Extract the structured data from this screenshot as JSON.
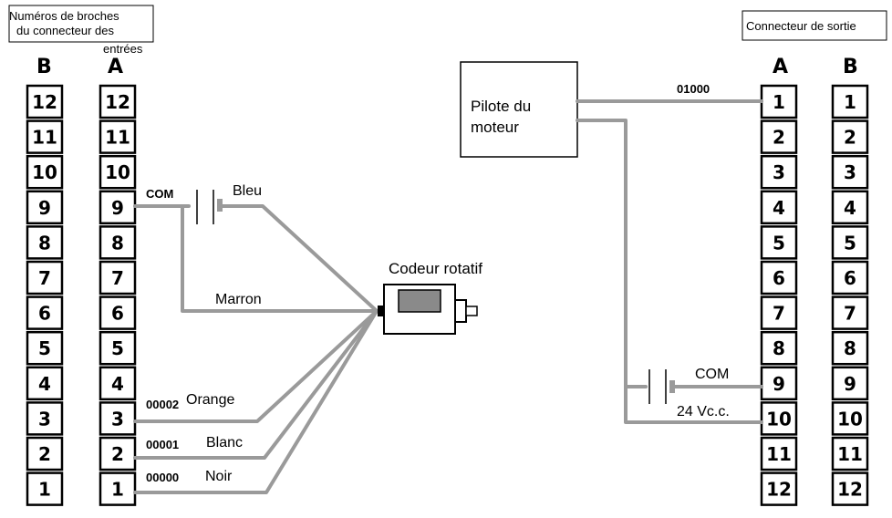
{
  "input_connector": {
    "title_line1": "Numéros de broches",
    "title_line2": "du connecteur des",
    "title_line3": "entrées",
    "col_b": "B",
    "col_a": "A",
    "pins": [
      "12",
      "11",
      "10",
      "9",
      "8",
      "7",
      "6",
      "5",
      "4",
      "3",
      "2",
      "1"
    ]
  },
  "output_connector": {
    "title": "Connecteur de sortie",
    "col_a": "A",
    "col_b": "B",
    "pins": [
      "1",
      "2",
      "3",
      "4",
      "5",
      "6",
      "7",
      "8",
      "9",
      "10",
      "11",
      "12"
    ]
  },
  "encoder": {
    "title": "Codeur rotatif",
    "com": "COM",
    "wires": {
      "bleu": "Bleu",
      "marron": "Marron",
      "orange_code": "00002",
      "orange": "Orange",
      "blanc_code": "00001",
      "blanc": "Blanc",
      "noir_code": "00000",
      "noir": "Noir"
    }
  },
  "motor": {
    "line1": "Pilote du",
    "line2": "moteur",
    "out_code": "01000",
    "com": "COM",
    "supply": "24 Vc.c."
  }
}
